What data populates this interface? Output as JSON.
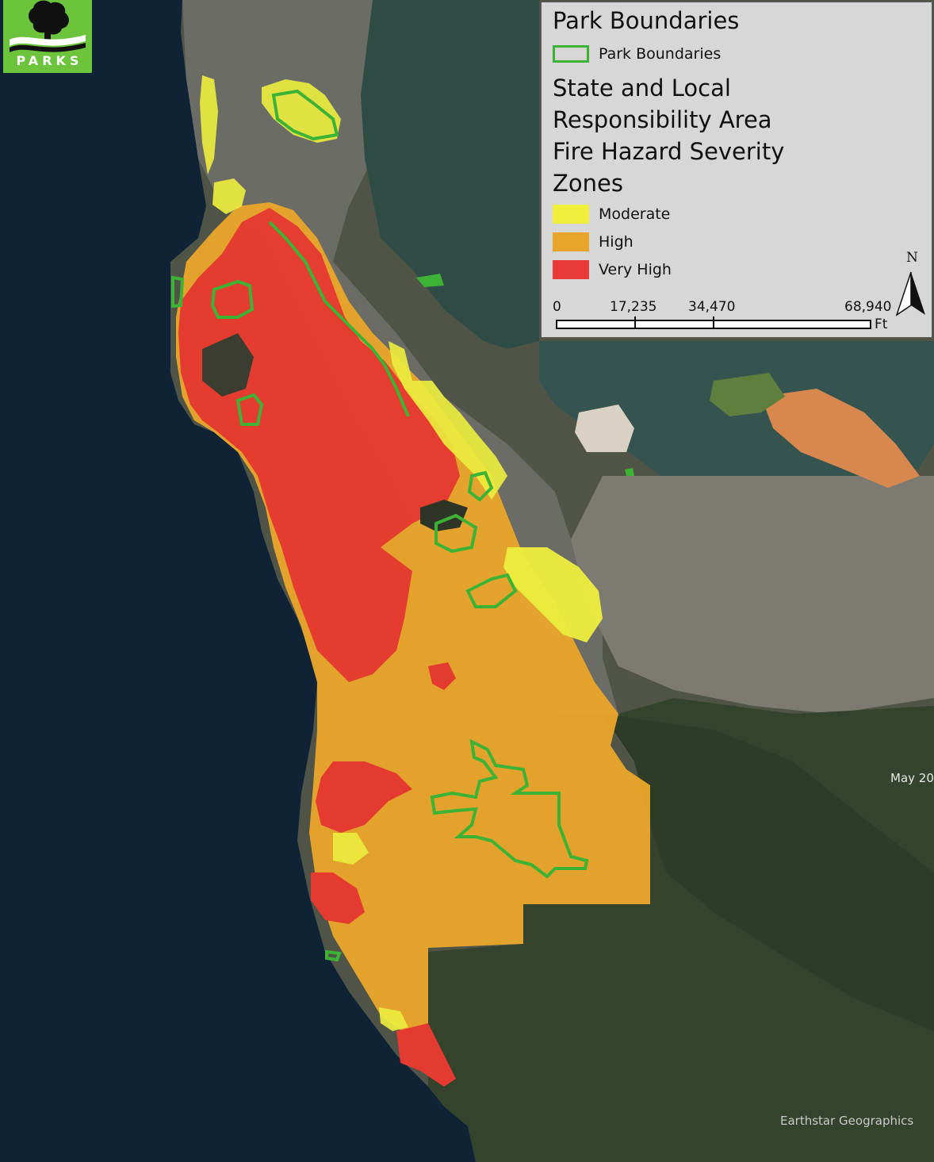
{
  "logo": {
    "text": "PARKS",
    "color": "#6cc43d"
  },
  "legend": {
    "park_title": "Park Boundaries",
    "park_item": "Park Boundaries",
    "hazard_title": "State and Local Responsibility Area Fire Hazard Severity Zones",
    "items": [
      {
        "label": "Moderate",
        "color": "#f0ef3c"
      },
      {
        "label": "High",
        "color": "#e9a52a"
      },
      {
        "label": "Very High",
        "color": "#e93a3a"
      }
    ],
    "boundary_color": "#3cb335",
    "scale": {
      "ticks": [
        "0",
        "17,235",
        "34,470",
        "68,940"
      ],
      "unit": "Ft"
    },
    "north_label": "N"
  },
  "map": {
    "date_text": "May 20",
    "credit": "Earthstar Geographics",
    "colors": {
      "ocean": "#0f2236",
      "land": "#4f5446",
      "forest": "#34412b",
      "bay": "#34504a",
      "urban": "#77756d"
    }
  }
}
